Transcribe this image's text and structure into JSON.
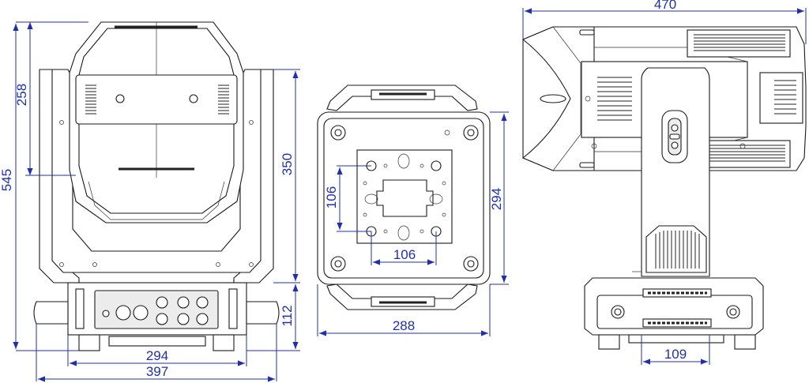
{
  "dimensions": {
    "front_height_total": "545",
    "front_head_height": "258",
    "front_yoke_height": "350",
    "front_base_height": "112",
    "front_base_width": "294",
    "front_total_width": "397",
    "bottom_hole_spacing_v": "106",
    "bottom_hole_spacing_h": "106",
    "bottom_depth": "294",
    "bottom_width": "288",
    "side_total_length": "470",
    "side_bracket_width": "109"
  },
  "colors": {
    "dimension": "#1f2fb0",
    "outline": "#1a1a1a"
  }
}
